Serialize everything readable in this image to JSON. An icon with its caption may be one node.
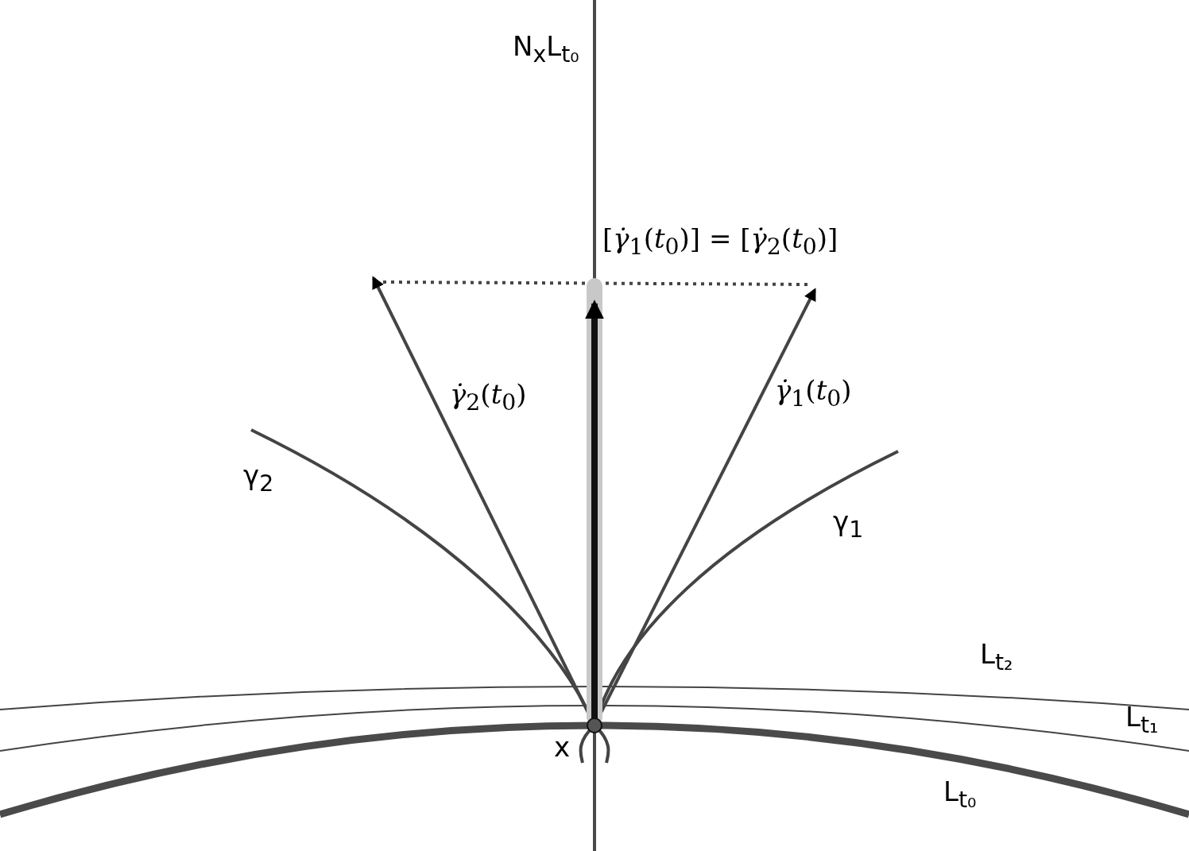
{
  "diagram": {
    "labels": [
      "N$_{x}$L$_{t₀}$",
      "[*γ̇*$_{1}$(*t*$_{0}$)] = [*γ̇*$_{2}$(*t*$_{0}$)]",
      "*γ̇*$_{2}$(*t*$_{0}$)",
      "*γ̇*$_{1}$(*t*$_{0}$)",
      "γ$_{2}$",
      "γ$_{1}$",
      "L$_{t₂}$",
      "L$_{t₁}$",
      "x",
      "L$_{t₀}$"
    ]
  }
}
